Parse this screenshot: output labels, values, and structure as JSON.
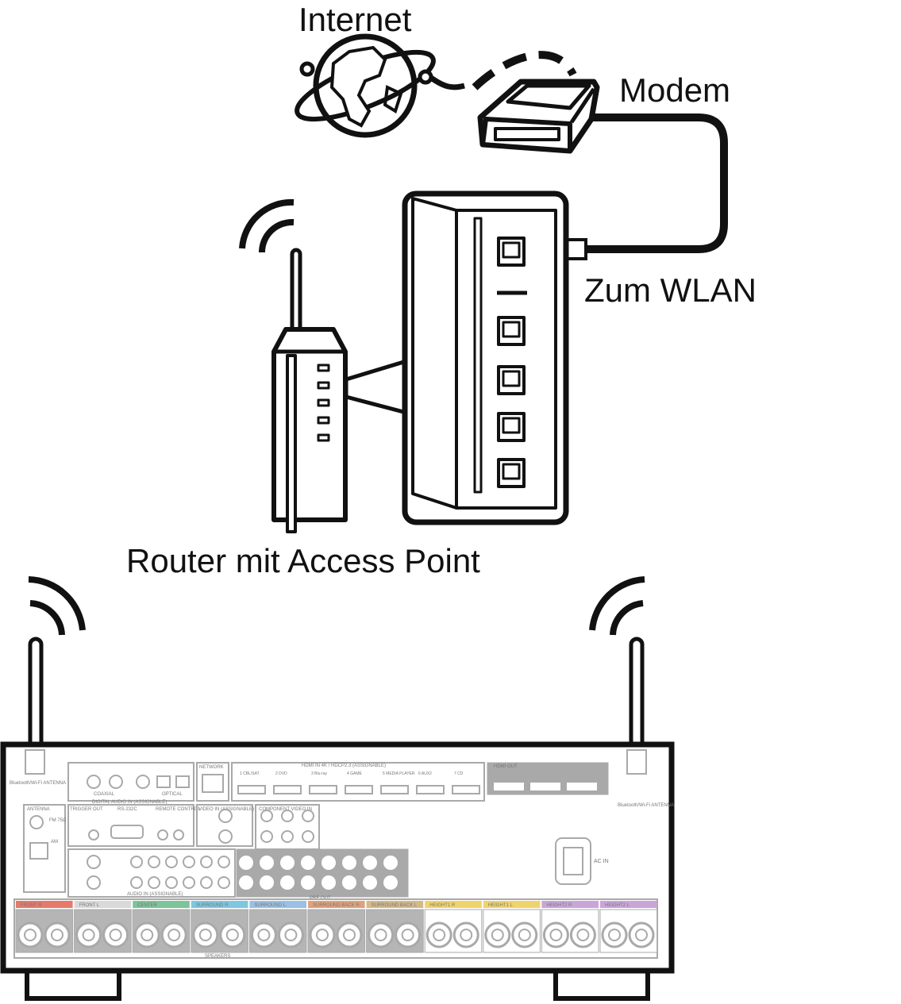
{
  "labels": {
    "internet": "Internet",
    "modem": "Modem",
    "wlan": "Zum WLAN",
    "router": "Router mit Access Point"
  },
  "receiver": {
    "antenna_left": "Bluetooth/Wi-Fi ANTENNA",
    "antenna_right": "Bluetooth/Wi-Fi ANTENNA",
    "network": "NETWORK",
    "hdmi_in": "HDMI IN  4K / HDCP2.3 (ASSIGNABLE)",
    "hdmi_inputs": [
      "1 CBL/SAT",
      "2 DVD",
      "3 Blu-ray",
      "4 GAME",
      "5 MEDIA PLAYER",
      "6 AUX2",
      "7 CD"
    ],
    "hdmi_out": "HDMI OUT",
    "digital_audio": "DIGITAL AUDIO IN (ASSIGNABLE)",
    "coaxial": "COAXIAL",
    "optical": "OPTICAL",
    "antenna": "ANTENNA",
    "fm": "FM 75Ω",
    "am": "AM",
    "trigger_out": "TRIGGER OUT",
    "rs232c": "RS-232C",
    "remote_control": "REMOTE CONTROL",
    "video_in": "VIDEO IN (ASSIGNABLE)",
    "component_video": "COMPONENT VIDEO IN",
    "audio_in": "AUDIO IN (ASSIGNABLE)",
    "pre_out": "PRE OUT",
    "ac_in": "AC IN",
    "speakers": "SPEAKERS",
    "speaker_groups": [
      "FRONT R",
      "FRONT L",
      "CENTER",
      "SURROUND R",
      "SURROUND L",
      "SURROUND BACK R",
      "SURROUND BACK L",
      "HEIGHT1 R",
      "HEIGHT1 L",
      "HEIGHT2 R",
      "HEIGHT2 L"
    ],
    "speaker_colors": [
      "#e57a6b",
      "#d9d9d9",
      "#7cc49a",
      "#7fc6e0",
      "#9ac0e3",
      "#e0a27a",
      "#d4b98a",
      "#f1d36b",
      "#f1d36b",
      "#c9a5da",
      "#c9a5da"
    ]
  },
  "colors": {
    "line": "#111111",
    "receiver": "#a9a9a9"
  }
}
